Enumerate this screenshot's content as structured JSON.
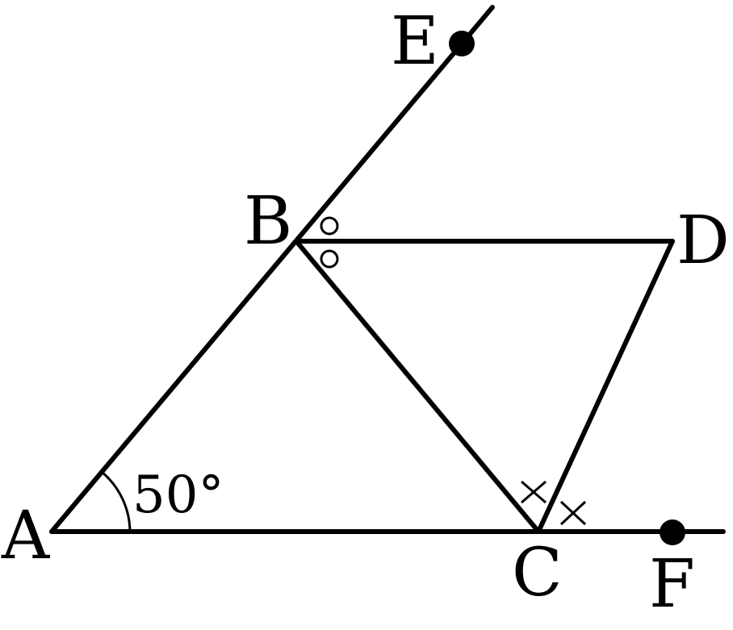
{
  "points": {
    "A": "A",
    "B": "B",
    "C": "C",
    "D": "D",
    "E": "E",
    "F": "F"
  },
  "angle_label": "50°",
  "colors": {
    "stroke": "#000000",
    "background": "#ffffff"
  }
}
